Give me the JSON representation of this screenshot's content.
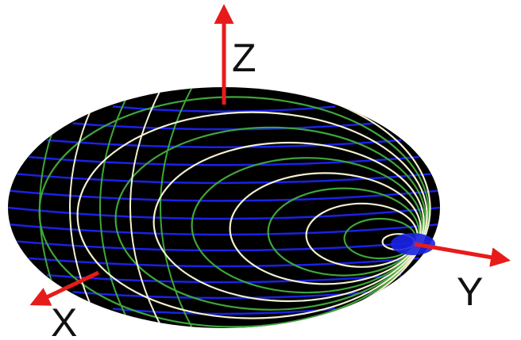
{
  "figure": {
    "type": "3d ellipsoid with coordinate axes",
    "background": "#ffffff",
    "ellipsoid_fill": "#000000",
    "grid_colors": {
      "latitude_lines": "#1a22e6",
      "meridian_lines": "#3fa53a",
      "highlight_lines": "#f2f0d0"
    }
  },
  "axes": [
    {
      "name": "Z",
      "label": "Z",
      "color": "#e81b1b"
    },
    {
      "name": "Y",
      "label": "Y",
      "color": "#e81b1b"
    },
    {
      "name": "X",
      "label": "X",
      "color": "#e81b1b"
    }
  ]
}
